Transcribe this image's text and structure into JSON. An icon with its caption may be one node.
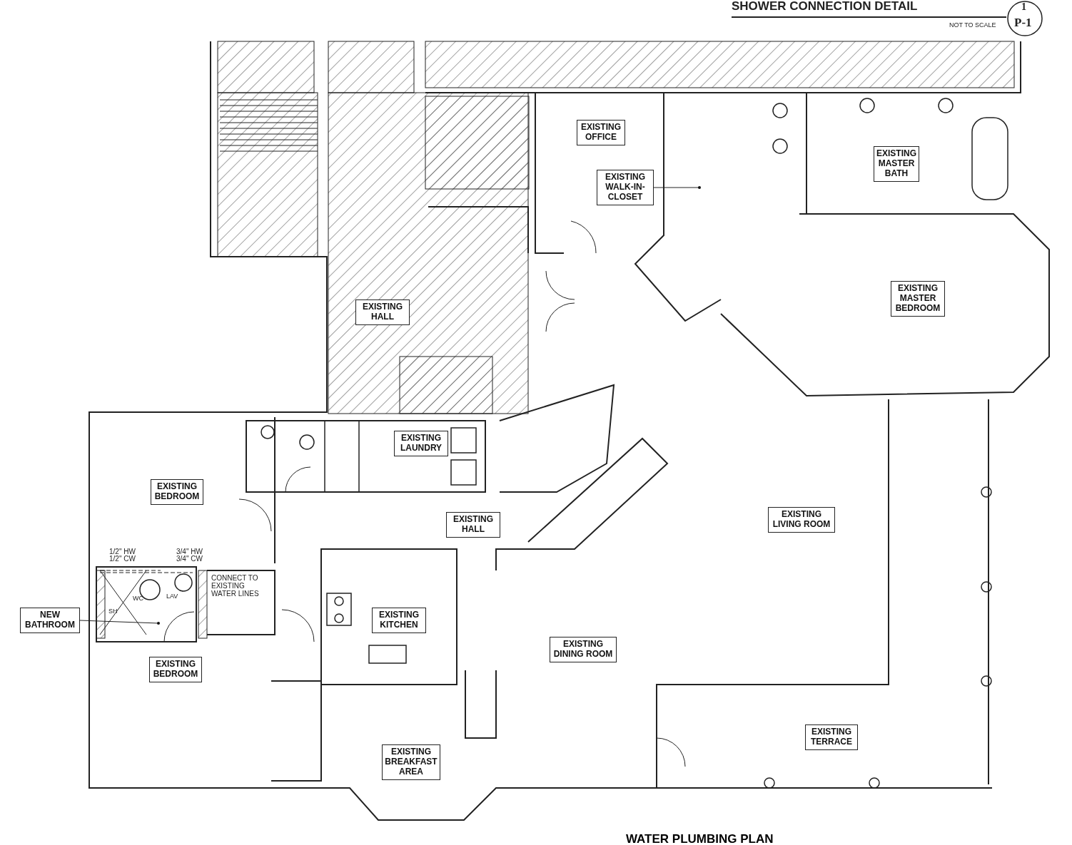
{
  "diagram": {
    "title": "WATER PLUMBING PLAN",
    "nodes": [
      {
        "text": [
          "EXISTING OFFICE"
        ]
      },
      {
        "text": [
          "EXISTING WALK-IN-CLOSET"
        ]
      },
      {
        "text": [
          "EXISTING MASTER BATH"
        ]
      },
      {
        "text": [
          "EXISTING HALL"
        ]
      },
      {
        "text": [
          "EXISTING MASTER BEDROOM"
        ]
      },
      {
        "text": [
          "EXISTING LAUNDRY"
        ]
      },
      {
        "text": [
          "EXISTING BEDROOM"
        ]
      },
      {
        "text": [
          "EXISTING HALL"
        ]
      },
      {
        "text": [
          "EXISTING LIVING ROOM"
        ]
      },
      {
        "text": [
          "NEW BATHROOM"
        ]
      },
      {
        "text": [
          "EXISTING KITCHEN"
        ]
      },
      {
        "text": [
          "EXISTING DINING ROOM"
        ]
      },
      {
        "text": [
          "EXISTING BEDROOM"
        ]
      },
      {
        "text": [
          "EXISTING TERRACE"
        ]
      },
      {
        "text": [
          "EXISTING BREAKFAST AREA"
        ]
      }
    ],
    "edges": [
      {
        "from": 1,
        "to": null,
        "arrow": "other"
      },
      {
        "from": 9,
        "to": null,
        "arrow": "other"
      }
    ],
    "labels": [
      "SHOWER CONNECTION DETAIL",
      "1",
      "NOT TO SCALE",
      "P-1",
      "1/2\" HW",
      "1/2\" CW",
      "3/4\" HW",
      "3/4\" CW",
      "CONNECT TO EXISTING WATER LINES",
      "SH",
      "WC",
      "LAV"
    ]
  }
}
